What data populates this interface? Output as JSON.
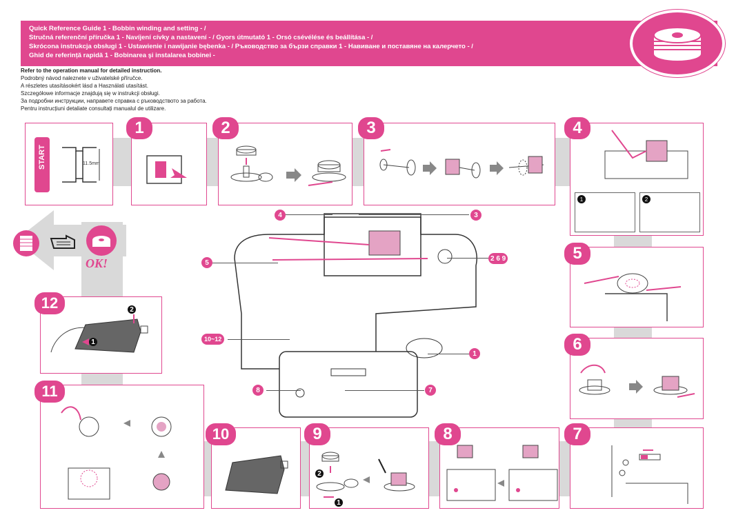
{
  "header": {
    "lines": [
      "Quick Reference Guide 1 - Bobbin winding and setting - /",
      "Stručná referenční příručka 1 - Navíjení cívky a nastavení - / Gyors útmutató 1 - Orsó csévélése és beállítása - /",
      "Skrócona instrukcja obsługi 1 - Ustawienie i nawijanie bębenka - / Ръководство за бързи справки 1 - Навиване и поставяне на калерчето -  /",
      "Ghid de referință rapidă 1 - Bobinarea şi instalarea bobinei -"
    ]
  },
  "instructions": {
    "lines": [
      "Refer to the operation manual for detailed instruction.",
      "Podrobný návod naleznete v uživatelské příručce.",
      "A részletes utasításokért lásd a Használati utasítást.",
      "Szczegółowe informacje znajdują się w instrukcji obsługi.",
      "За подробни инструкции, направете справка с ръководството за работа.",
      "Pentru instrucțiuni detaliate consultați manualul de utilizare."
    ]
  },
  "start": {
    "label": "START",
    "dimension": "11.5mm"
  },
  "steps": {
    "s1": "1",
    "s2": "2",
    "s3": "3",
    "s4": "4",
    "s5": "5",
    "s6": "6",
    "s7": "7",
    "s8": "8",
    "s9": "9",
    "s10": "10",
    "s11": "11",
    "s12": "12"
  },
  "callouts": {
    "c4": "4",
    "c3": "3",
    "c5": "5",
    "c269": "2 6 9",
    "c1012": "10~12",
    "c1": "1",
    "c8": "8",
    "c7": "7"
  },
  "sub": {
    "a": "1",
    "b": "2"
  },
  "ok_label": "OK!",
  "colors": {
    "accent": "#e0478f",
    "gray": "#d9d9d9"
  }
}
